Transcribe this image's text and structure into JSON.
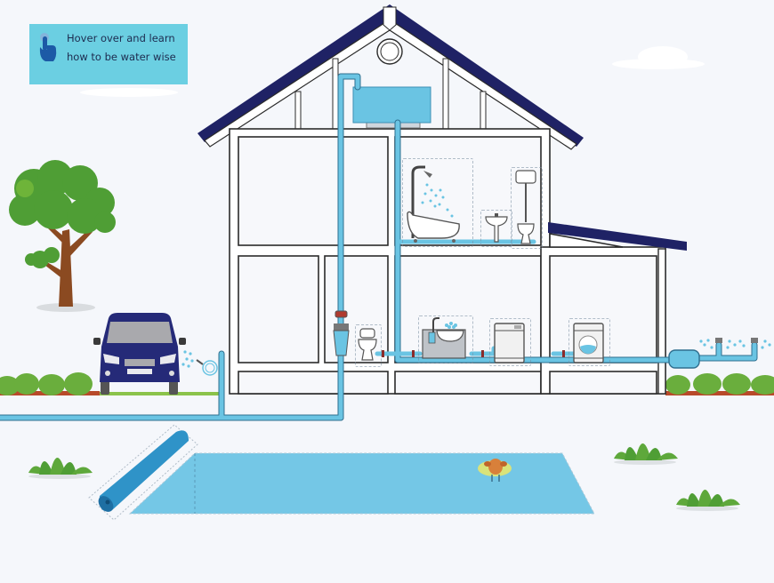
{
  "hint": {
    "line1": "Hover over and learn",
    "line2": "how to be water wise",
    "icon": "pointing-hand-icon"
  },
  "colors": {
    "background": "#f5f7fb",
    "hint_box": "#6bcfe2",
    "hint_text": "#1d2b4f",
    "pipe": "#6ac4e3",
    "pipe_outline": "#2f6f8f",
    "roof": "#1f2265",
    "wall_outline": "#2b2b2b",
    "car": "#252a78",
    "pool": "#74c7e6",
    "plant": "#4f9e35",
    "hedge": "#6aae3d"
  },
  "hotspots": [
    {
      "id": "shower-bath",
      "label": "Shower and bath"
    },
    {
      "id": "bathroom-basin",
      "label": "Bathroom basin"
    },
    {
      "id": "upstairs-toilet",
      "label": "Upstairs toilet"
    },
    {
      "id": "downstairs-toilet",
      "label": "Downstairs toilet"
    },
    {
      "id": "kitchen-sink",
      "label": "Kitchen sink"
    },
    {
      "id": "dishwasher",
      "label": "Dishwasher"
    },
    {
      "id": "washing-machine",
      "label": "Washing machine"
    },
    {
      "id": "water-filter",
      "label": "Water filter"
    },
    {
      "id": "water-tank",
      "label": "Roof water tank"
    },
    {
      "id": "garden-sprinklers",
      "label": "Garden sprinklers"
    },
    {
      "id": "car-wash-hose",
      "label": "Car wash hose"
    },
    {
      "id": "pool",
      "label": "Swimming pool"
    },
    {
      "id": "pool-cover",
      "label": "Pool cover"
    }
  ]
}
